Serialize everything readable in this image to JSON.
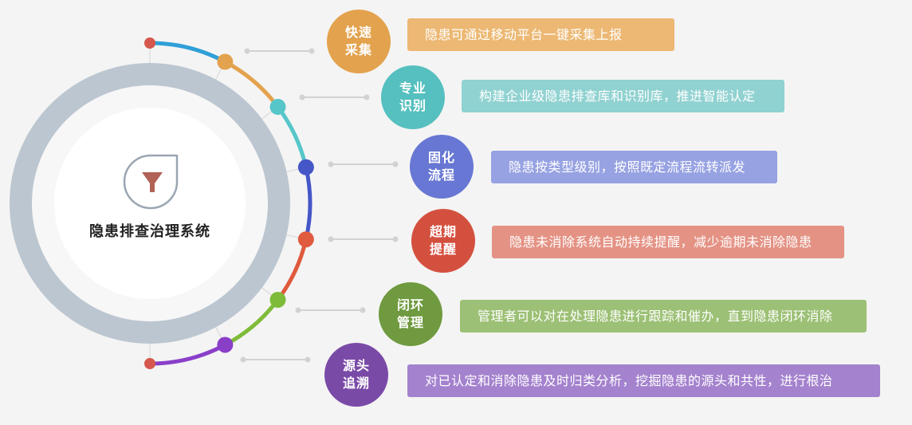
{
  "center": {
    "title": "隐患排查治理系统",
    "icon": "funnel-icon"
  },
  "items": [
    {
      "id": "collect",
      "title": "快速采集",
      "desc": "隐患可通过移动平台一键采集上报",
      "color": "#e3a24d",
      "desc_color": "#ecb873"
    },
    {
      "id": "identify",
      "title": "专业识别",
      "desc": "构建企业级隐患排查库和识别库，推进智能认定",
      "color": "#56bfbf",
      "desc_color": "#90d2d1"
    },
    {
      "id": "process",
      "title": "固化流程",
      "desc": "隐患按类型级别，按照既定流程流转派发",
      "color": "#6777d3",
      "desc_color": "#97a2e2"
    },
    {
      "id": "remind",
      "title": "超期提醒",
      "desc": "隐患未消除系统自动持续提醒，减少逾期未消除隐患",
      "color": "#d4503e",
      "desc_color": "#e49284"
    },
    {
      "id": "closeloop",
      "title": "闭环管理",
      "desc": "管理者可以对在处理隐患进行跟踪和催办，直到隐患闭环消除",
      "color": "#6f9a3f",
      "desc_color": "#9cc075"
    },
    {
      "id": "trace",
      "title": "源头追溯",
      "desc": "对已认定和消除隐患及时归类分析，挖掘隐患的源头和共性，进行根治",
      "color": "#7a4aa7",
      "desc_color": "#a482ce"
    }
  ],
  "colors": {
    "ring_outer": "#bcc6d0",
    "ring_inner": "#f7f7f7",
    "arc": [
      "#2f9fd8",
      "#e3a24d",
      "#56c6c9",
      "#4556c7",
      "#e05a3d",
      "#7fbb3a",
      "#8a3fc9"
    ],
    "endpoint": "#d5574d",
    "connector": "#d2d2d2",
    "funnel": "#b06257"
  }
}
